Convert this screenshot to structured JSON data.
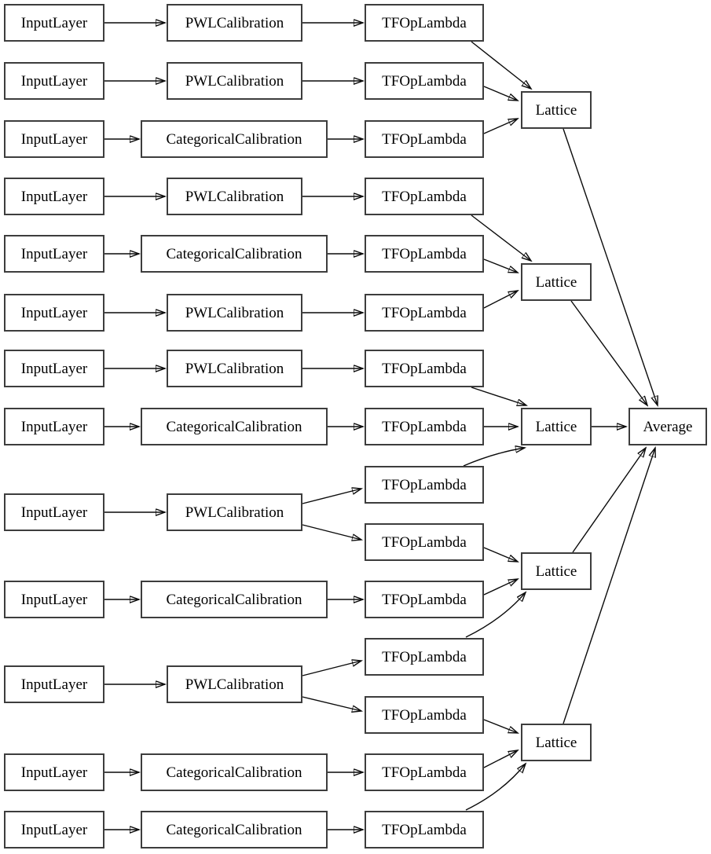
{
  "diagram": {
    "type": "model-graph",
    "node_labels": {
      "input": "InputLayer",
      "pwl": "PWLCalibration",
      "categorical": "CategoricalCalibration",
      "tfop": "TFOpLambda",
      "lattice": "Lattice",
      "average": "Average"
    },
    "counts": {
      "input_layers": 13,
      "pwl_calibrations": 7,
      "categorical_calibrations": 6,
      "tfop_lambdas": 15,
      "lattices": 5,
      "averages": 1
    },
    "rows": [
      {
        "index": 1,
        "calibration": "PWLCalibration",
        "tfop_outputs": 1
      },
      {
        "index": 2,
        "calibration": "PWLCalibration",
        "tfop_outputs": 1
      },
      {
        "index": 3,
        "calibration": "CategoricalCalibration",
        "tfop_outputs": 1
      },
      {
        "index": 4,
        "calibration": "PWLCalibration",
        "tfop_outputs": 1
      },
      {
        "index": 5,
        "calibration": "CategoricalCalibration",
        "tfop_outputs": 1
      },
      {
        "index": 6,
        "calibration": "PWLCalibration",
        "tfop_outputs": 1
      },
      {
        "index": 7,
        "calibration": "PWLCalibration",
        "tfop_outputs": 1
      },
      {
        "index": 8,
        "calibration": "CategoricalCalibration",
        "tfop_outputs": 1
      },
      {
        "index": 9,
        "calibration": "PWLCalibration",
        "tfop_outputs": 2
      },
      {
        "index": 10,
        "calibration": "CategoricalCalibration",
        "tfop_outputs": 1
      },
      {
        "index": 11,
        "calibration": "PWLCalibration",
        "tfop_outputs": 2
      },
      {
        "index": 12,
        "calibration": "CategoricalCalibration",
        "tfop_outputs": 1
      },
      {
        "index": 13,
        "calibration": "CategoricalCalibration",
        "tfop_outputs": 1
      }
    ],
    "lattice_fan_in": [
      3,
      3,
      3,
      3,
      3
    ],
    "final_node": "Average",
    "colors": {
      "background": "#ffffff",
      "node_fill": "#ffffff",
      "node_border": "#3d3d3d",
      "edge": "#0a0a0a",
      "text": "#000000"
    }
  }
}
